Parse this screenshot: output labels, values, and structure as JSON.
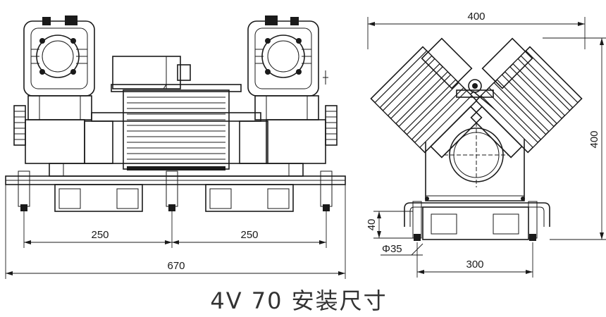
{
  "front_view": {
    "dims": {
      "left_span": "250",
      "right_span": "250",
      "overall_length": "670"
    }
  },
  "side_view": {
    "dims": {
      "width_top": "400",
      "height_right": "400",
      "base_height": "40",
      "bolt_diameter": "Φ35",
      "foot_spacing": "300"
    }
  },
  "caption": "4V 70 安装尺寸"
}
